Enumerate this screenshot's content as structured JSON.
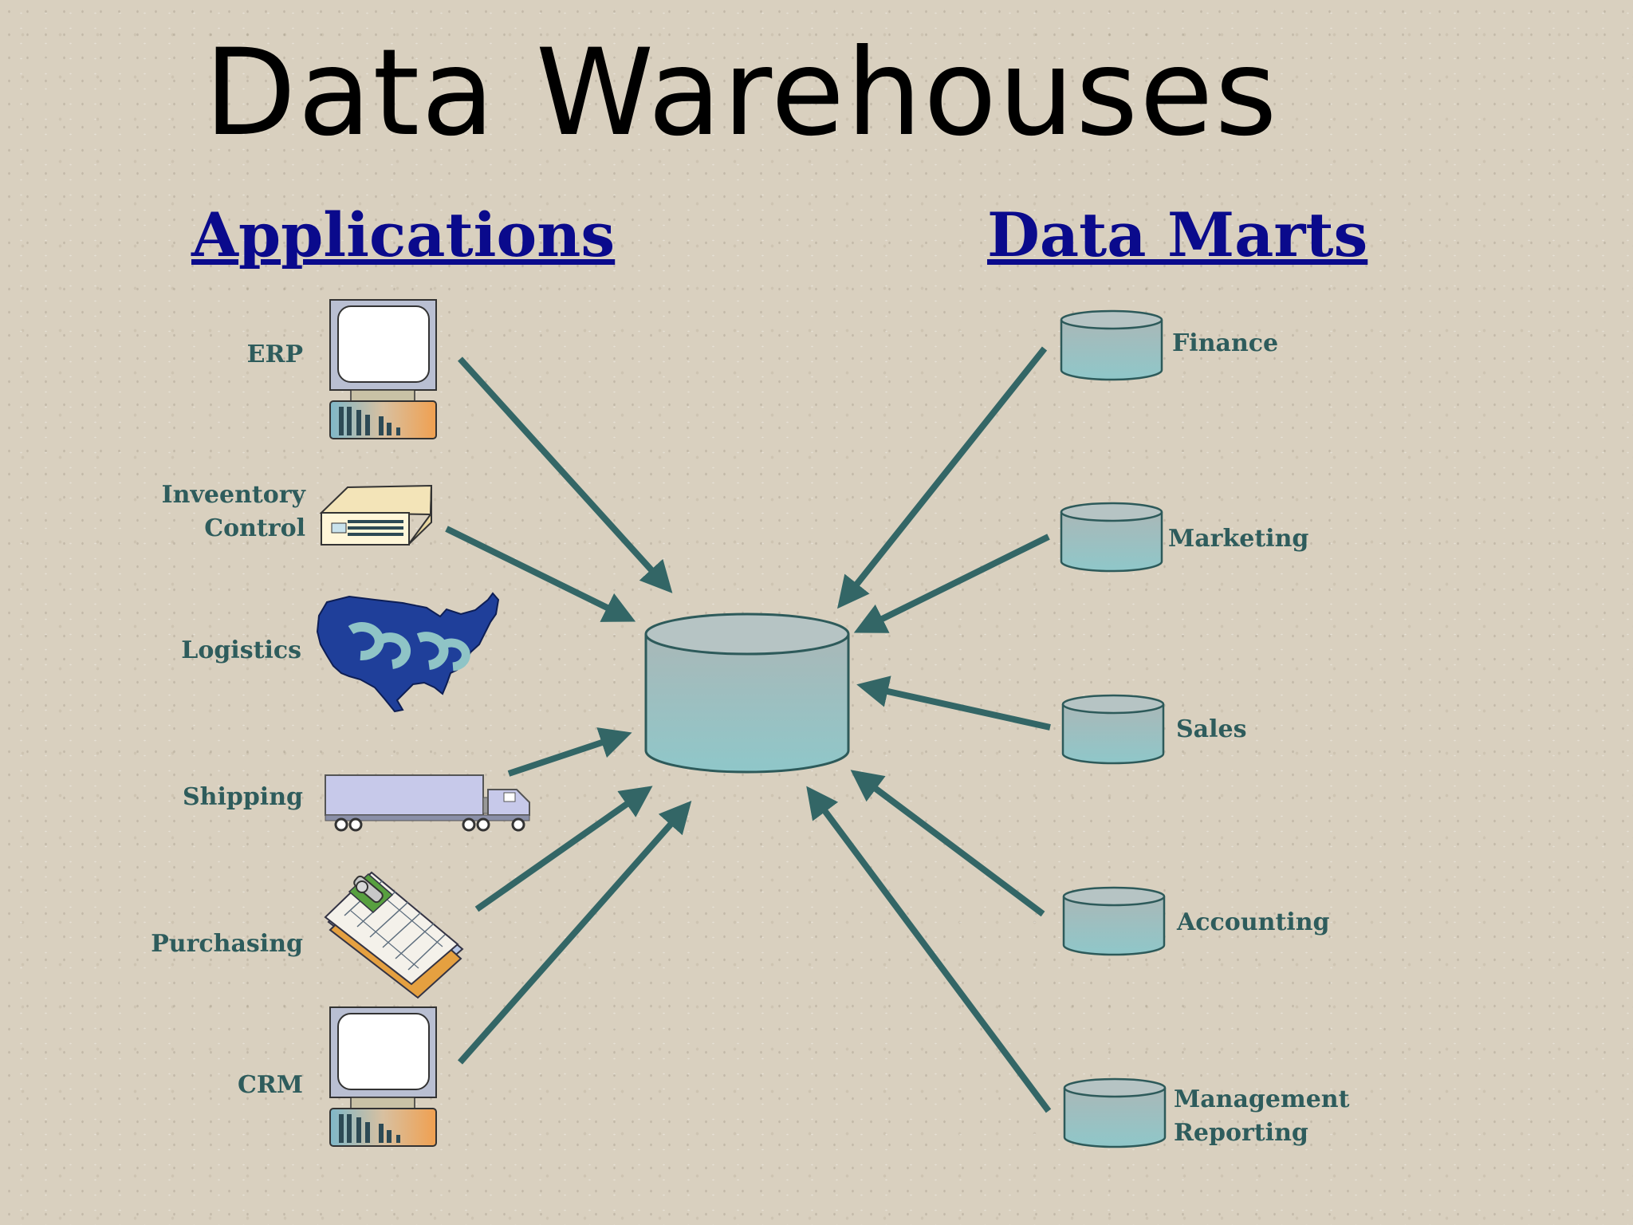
{
  "title": "Data Warehouses",
  "applications": {
    "heading": "Applications",
    "items": [
      {
        "label": "ERP",
        "icon": "computer-icon"
      },
      {
        "label_lines": [
          "Inveentory",
          "Control"
        ],
        "icon": "server-box-icon"
      },
      {
        "label": "Logistics",
        "icon": "us-map-icon"
      },
      {
        "label": "Shipping",
        "icon": "truck-icon"
      },
      {
        "label": "Purchasing",
        "icon": "clipboard-icon"
      },
      {
        "label": "CRM",
        "icon": "computer-icon"
      }
    ]
  },
  "data_marts": {
    "heading": "Data Marts",
    "items": [
      {
        "label": "Finance",
        "icon": "database-icon"
      },
      {
        "label": "Marketing",
        "icon": "database-icon"
      },
      {
        "label": "Sales",
        "icon": "database-icon"
      },
      {
        "label": "Accounting",
        "icon": "database-icon"
      },
      {
        "label_lines": [
          "Management",
          "Reporting"
        ],
        "icon": "database-icon"
      }
    ]
  },
  "colors": {
    "arrow": "#336666",
    "heading": "#0a0a8c",
    "label": "#2e5c5c",
    "cylinder": "#9fbfc0"
  }
}
